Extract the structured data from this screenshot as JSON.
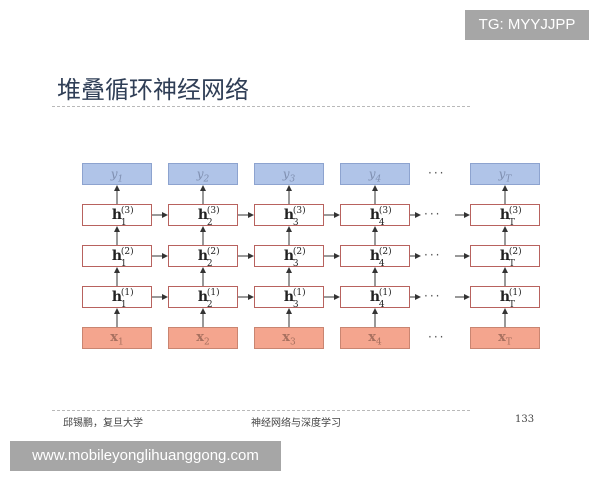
{
  "watermark_top": "TG: MYYJJPP",
  "title": "堆叠循环神经网络",
  "diagram": {
    "columns": [
      {
        "y": "y",
        "y_sub": "1",
        "h_sub": "1",
        "x": "x",
        "x_sub": "1"
      },
      {
        "y": "y",
        "y_sub": "2",
        "h_sub": "2",
        "x": "x",
        "x_sub": "2"
      },
      {
        "y": "y",
        "y_sub": "3",
        "h_sub": "3",
        "x": "x",
        "x_sub": "3"
      },
      {
        "y": "y",
        "y_sub": "4",
        "h_sub": "4",
        "x": "x",
        "x_sub": "4"
      },
      {
        "y": "y",
        "y_sub": "T",
        "h_sub": "T",
        "x": "x",
        "x_sub": "T"
      }
    ],
    "layers": [
      {
        "h": "h",
        "sup": "(3)"
      },
      {
        "h": "h",
        "sup": "(2)"
      },
      {
        "h": "h",
        "sup": "(1)"
      }
    ],
    "ellipsis": "···",
    "colors": {
      "output_fill": "#b0c4e8",
      "hidden_border": "#b8625e",
      "input_fill": "#f4a58e"
    }
  },
  "footer": {
    "author": "邱锡鹏，复旦大学",
    "book": "神经网络与深度学习",
    "page": "133"
  },
  "watermark_bottom": "www.mobileyonglihuanggong.com"
}
